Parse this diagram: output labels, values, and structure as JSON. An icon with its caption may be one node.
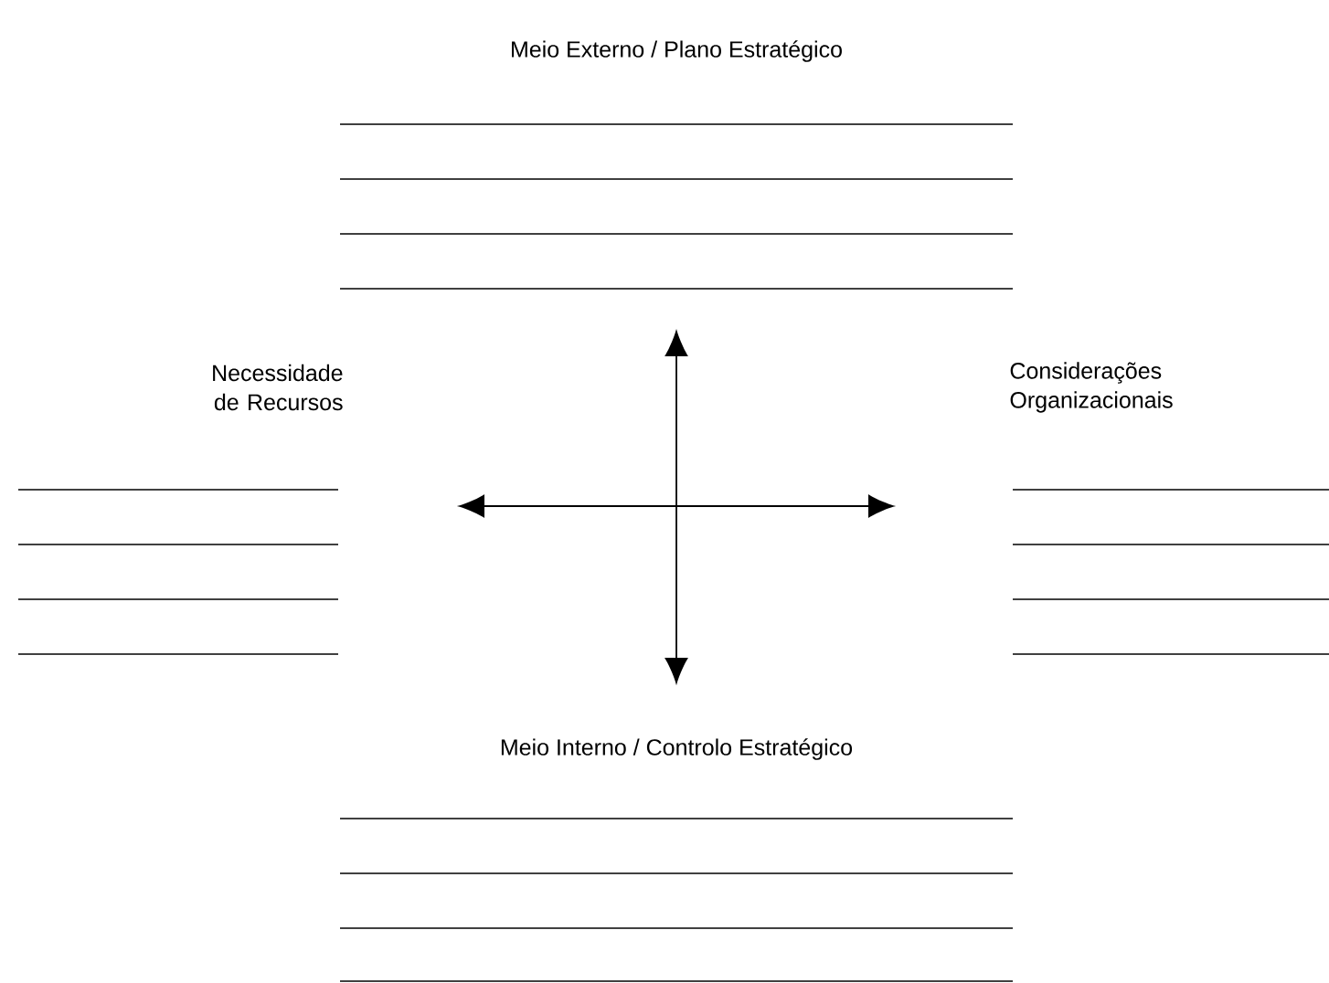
{
  "diagram": {
    "nodes": [
      {
        "text": [
          "Meio Externo / Plano Estratégico"
        ]
      },
      {
        "text": [
          "Necessidade de Recursos"
        ]
      },
      {
        "text": [
          "Considerações Organizacionais"
        ]
      },
      {
        "text": [
          "Meio Interno / Controlo Estratégico"
        ]
      }
    ]
  }
}
